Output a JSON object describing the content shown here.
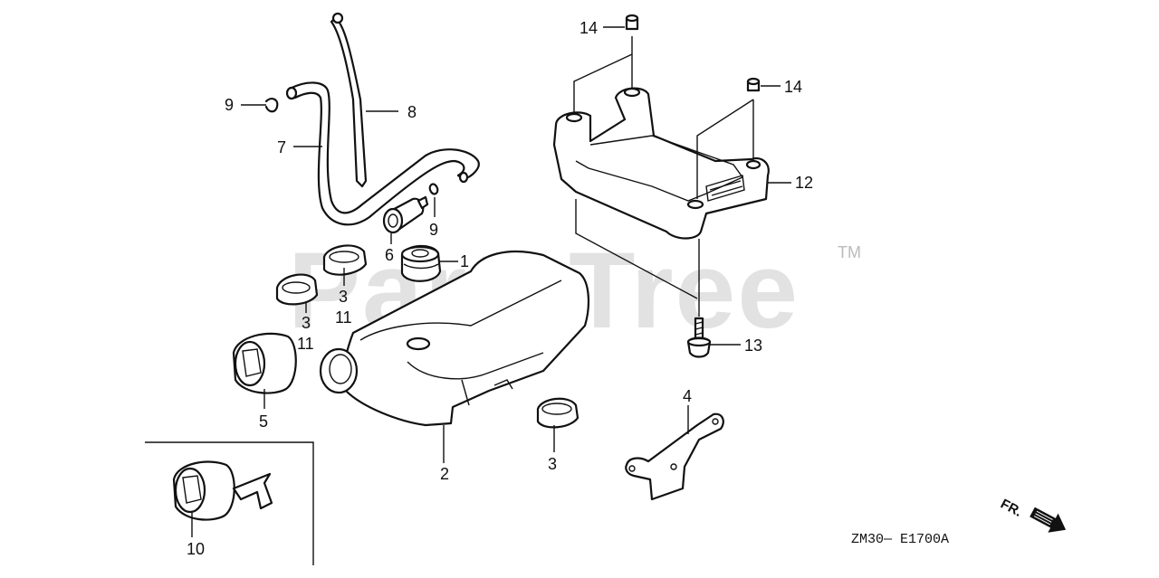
{
  "watermark": {
    "text": "PartsTree",
    "trademark": "TM"
  },
  "diagram_code": "ZM30— E1700A",
  "direction": {
    "label": "FR.",
    "icon": "front-arrow-icon"
  },
  "callouts": [
    {
      "id": "c1",
      "label": "1"
    },
    {
      "id": "c2",
      "label": "2"
    },
    {
      "id": "c3a",
      "label": "3"
    },
    {
      "id": "c3b",
      "label": "3"
    },
    {
      "id": "c3c",
      "label": "3"
    },
    {
      "id": "c4",
      "label": "4"
    },
    {
      "id": "c5",
      "label": "5"
    },
    {
      "id": "c6",
      "label": "6"
    },
    {
      "id": "c7",
      "label": "7"
    },
    {
      "id": "c8",
      "label": "8"
    },
    {
      "id": "c9a",
      "label": "9"
    },
    {
      "id": "c9b",
      "label": "9"
    },
    {
      "id": "c10",
      "label": "10"
    },
    {
      "id": "c11a",
      "label": "11"
    },
    {
      "id": "c11b",
      "label": "11"
    },
    {
      "id": "c12",
      "label": "12"
    },
    {
      "id": "c13",
      "label": "13"
    },
    {
      "id": "c14a",
      "label": "14"
    },
    {
      "id": "c14b",
      "label": "14"
    }
  ]
}
